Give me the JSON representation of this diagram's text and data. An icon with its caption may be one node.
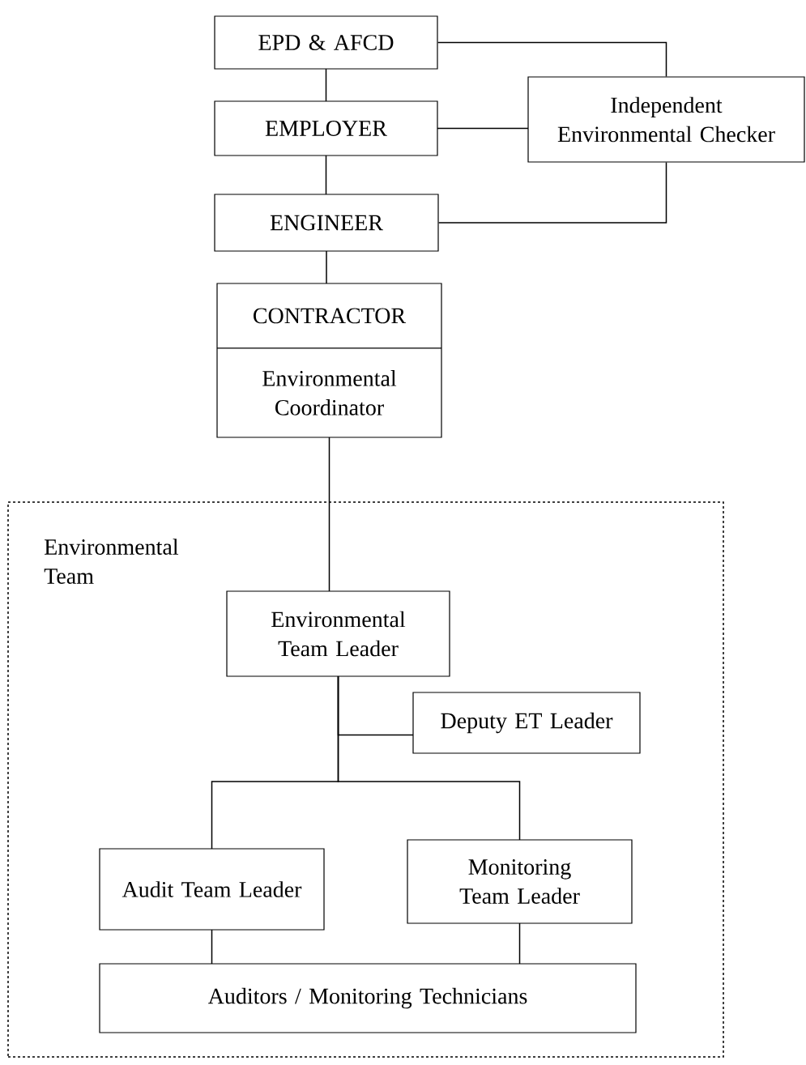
{
  "diagram": {
    "nodes": [
      {
        "text": [
          "EPD & AFCD"
        ]
      },
      {
        "text": [
          "Independent Environmental Checker"
        ]
      },
      {
        "text": [
          "EMPLOYER"
        ]
      },
      {
        "text": [
          "ENGINEER"
        ]
      },
      {
        "text": [
          "CONTRACTOR",
          "Environmental Coordinator"
        ]
      },
      {
        "text": [
          "Environmental Team"
        ]
      },
      {
        "text": [
          "Environmental Team Leader"
        ],
        "in": 5
      },
      {
        "text": [
          "Deputy ET Leader"
        ],
        "in": 5
      },
      {
        "text": [
          "Audit Team Leader"
        ],
        "in": 5
      },
      {
        "text": [
          "Monitoring Team Leader"
        ],
        "in": 5
      },
      {
        "text": [
          "Auditors / Monitoring Technicians"
        ],
        "in": 5
      }
    ],
    "edges": [
      {
        "from": 0,
        "to": 2,
        "arrow": "none"
      },
      {
        "from": 2,
        "to": 3,
        "arrow": "none"
      },
      {
        "from": 3,
        "to": 4,
        "arrow": "none"
      },
      {
        "from": 0,
        "to": 1,
        "arrow": "none"
      },
      {
        "from": 2,
        "to": 1,
        "arrow": "none"
      },
      {
        "from": 3,
        "to": 1,
        "arrow": "none"
      },
      {
        "from": 4,
        "to": 6,
        "arrow": "none"
      },
      {
        "from": 6,
        "to": 7,
        "arrow": "none"
      },
      {
        "from": 6,
        "to": 8,
        "arrow": "none"
      },
      {
        "from": 6,
        "to": 9,
        "arrow": "none"
      },
      {
        "from": 8,
        "to": 10,
        "arrow": "none"
      },
      {
        "from": 9,
        "to": 10,
        "arrow": "none"
      }
    ]
  }
}
